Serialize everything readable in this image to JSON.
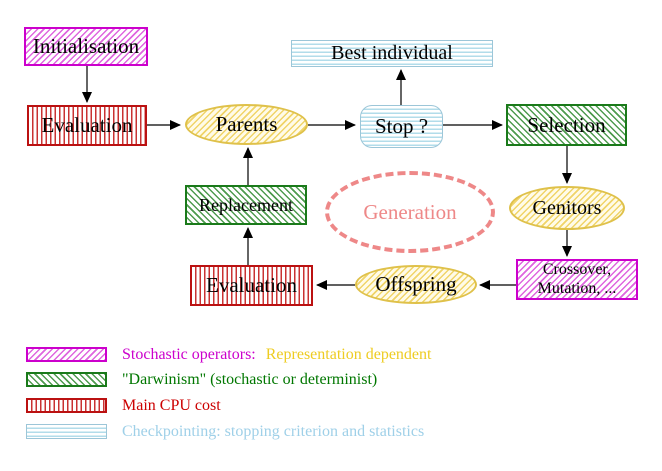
{
  "nodes": {
    "initialisation": {
      "label": "Initialisation"
    },
    "evaluation_top": {
      "label": "Evaluation"
    },
    "parents": {
      "label": "Parents"
    },
    "best_individual": {
      "label": "Best individual"
    },
    "stop": {
      "label": "Stop ?"
    },
    "selection": {
      "label": "Selection"
    },
    "genitors": {
      "label": "Genitors"
    },
    "crossover_mutation": {
      "line1": "Crossover,",
      "line2": "Mutation, ..."
    },
    "offspring": {
      "label": "Offspring"
    },
    "evaluation_bottom": {
      "label": "Evaluation"
    },
    "replacement": {
      "label": "Replacement"
    },
    "generation": {
      "label": "Generation"
    }
  },
  "legend": {
    "items": [
      {
        "swatch": "magenta-hatch",
        "label": "Stochastic operators:",
        "label_suffix": "Representation dependent"
      },
      {
        "swatch": "green-hatch",
        "label": "\"Darwinism\" (stochastic or determinist)"
      },
      {
        "swatch": "red-stripes",
        "label": "Main CPU cost"
      },
      {
        "swatch": "cyan-stripes",
        "label": "Checkpointing: stopping criterion and statistics"
      }
    ]
  },
  "colors": {
    "background": "#ffffff",
    "magenta": "#cc00cc",
    "magenta_line": "#df66df",
    "magenta_text": "#cc00cc",
    "green": "#1a7a1a",
    "green_line": "#4f9b4f",
    "green_text": "#007700",
    "red": "#bb1111",
    "red_line": "#c93333",
    "red_text": "#cc0000",
    "cyan_border": "#9cc6d8",
    "cyan_line": "#b2dcea",
    "cyan_text": "#9fd0e8",
    "yellow_border": "#dfc14a",
    "yellow_line": "#f0d468",
    "yellow_bg": "#fffbe8",
    "yellow_text": "#eecc22",
    "salmon": "#ee8888",
    "arrow": "#000000"
  }
}
